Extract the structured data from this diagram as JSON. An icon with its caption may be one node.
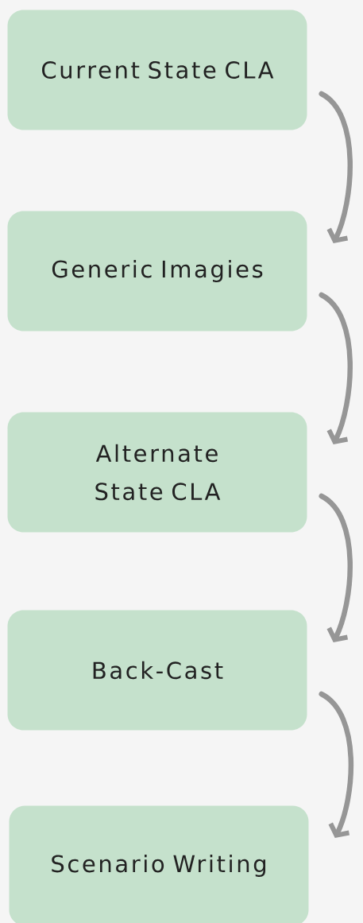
{
  "diagram": {
    "nodes": [
      {
        "text": [
          "Current State CLA"
        ]
      },
      {
        "text": [
          "Generic Imagies"
        ]
      },
      {
        "text": [
          "Alternate State CLA"
        ]
      },
      {
        "text": [
          "Back-Cast"
        ]
      },
      {
        "text": [
          "Scenario Writing"
        ]
      }
    ],
    "edges": [
      {
        "from": 0,
        "to": 1,
        "arrow": "to"
      },
      {
        "from": 1,
        "to": 2,
        "arrow": "to"
      },
      {
        "from": 2,
        "to": 3,
        "arrow": "to"
      },
      {
        "from": 3,
        "to": 4,
        "arrow": "to"
      }
    ]
  }
}
